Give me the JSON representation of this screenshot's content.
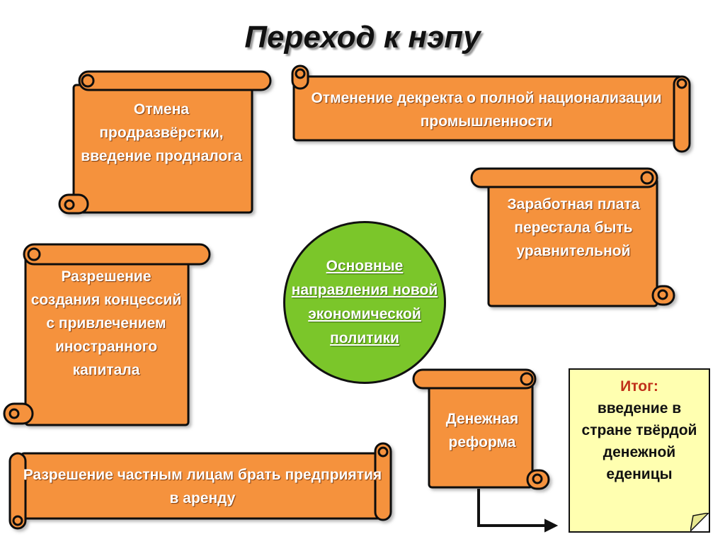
{
  "title": "Переход к нэпу",
  "center": "Основные направления новой экономической политики",
  "scrolls": {
    "prodrazverstka": "Отмена продразвёрстки, введение продналога",
    "decree": "Отменение  декректа о полной национализации промышленности",
    "wages": "Заработная плата перестала быть уравнительной",
    "concessions": "Разрешение создания концессий с привлечением иностранного капитала",
    "monetary": "Денежная реформа",
    "lease": "Разрешение частным лицам брать предприятия в аренду"
  },
  "result": {
    "head": "Итог:",
    "body": "введение в стране твёрдой денежной еденицы"
  },
  "colors": {
    "scroll_fill": "#f5923e",
    "circle_fill": "#7bc62a",
    "result_fill": "#ffffb0",
    "result_head": "#c0301a"
  }
}
